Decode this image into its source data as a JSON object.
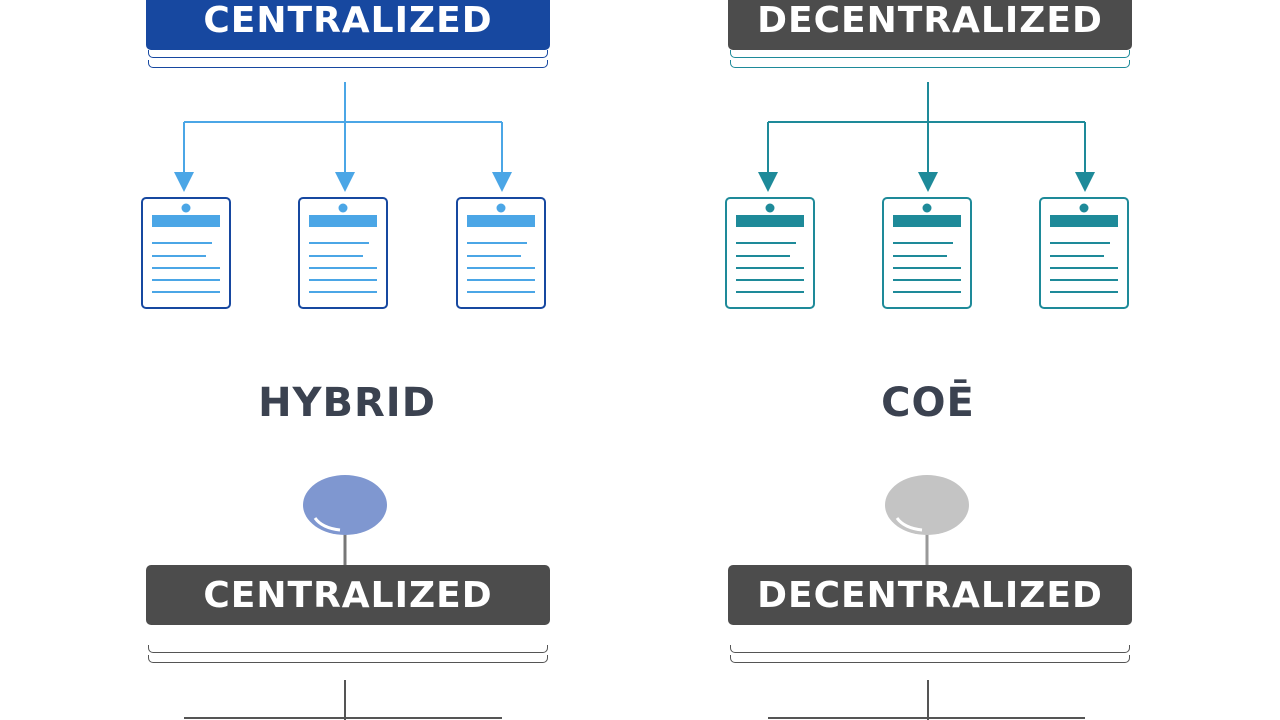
{
  "top_left": {
    "banner": "CENTRALIZED",
    "color": "#1748a0",
    "accent": "#4ba6e6"
  },
  "top_right": {
    "banner": "DECENTRALIZED",
    "color": "#4c4c4c",
    "accent": "#1e8a99"
  },
  "middle_labels": {
    "left": "HYBRID",
    "right": "COĒ"
  },
  "bottom_left": {
    "banner": "CENTRALIZED",
    "color": "#4c4c4c",
    "node_color": "#7f97d0"
  },
  "bottom_right": {
    "banner": "DECENTRALIZED",
    "color": "#4c4c4c",
    "node_color": "#c4c4c4"
  }
}
